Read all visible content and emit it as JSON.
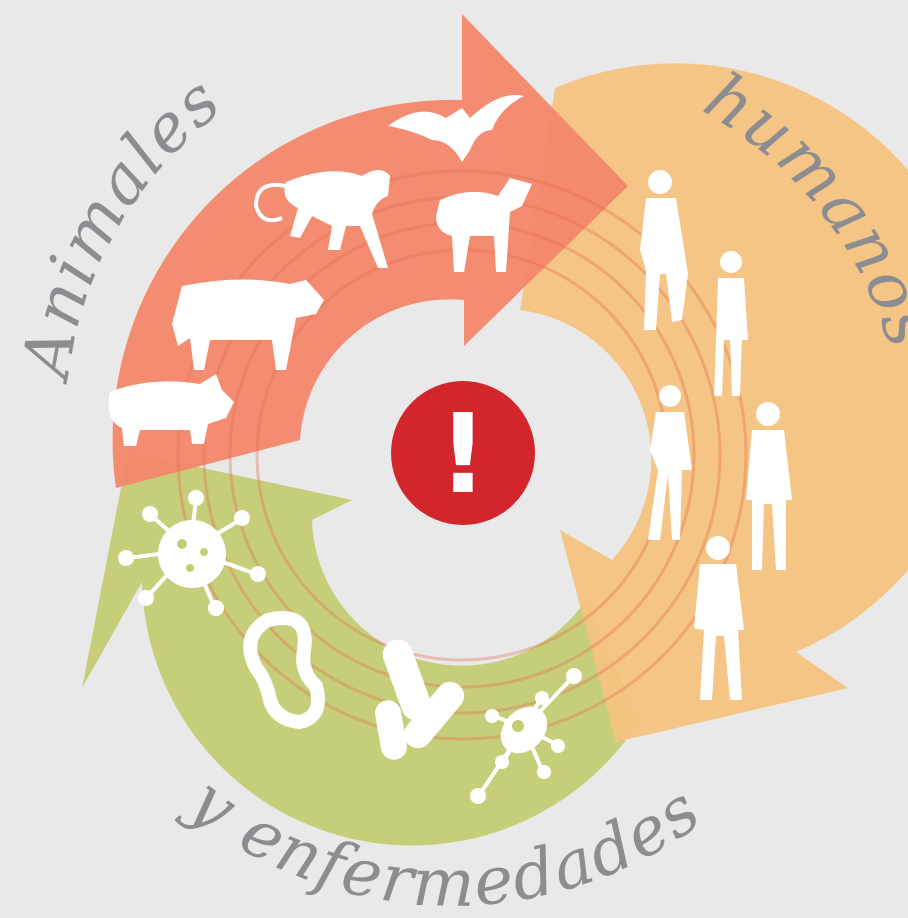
{
  "labels": {
    "animals": "Animales",
    "humans": "humanos",
    "diseases": "y enfermedades"
  },
  "center": {
    "icon": "exclamation-icon",
    "symbol": "!"
  },
  "colors": {
    "background": "#e9e9e9",
    "animals_arrow": "#f3876a",
    "humans_arrow": "#f4c37f",
    "diseases_arrow": "#c5cc74",
    "alert": "#d3252c",
    "label_text": "#8c8d90"
  },
  "segments": [
    {
      "name": "animals",
      "icons": [
        "bat-icon",
        "monkey-icon",
        "lamb-icon",
        "cow-icon",
        "pig-icon"
      ]
    },
    {
      "name": "humans",
      "icons": [
        "person-icon",
        "person-icon",
        "person-icon",
        "person-icon",
        "person-icon"
      ]
    },
    {
      "name": "diseases",
      "icons": [
        "virus-icon",
        "bacterium-icon",
        "bacilli-icon",
        "virus-icon"
      ]
    }
  ]
}
